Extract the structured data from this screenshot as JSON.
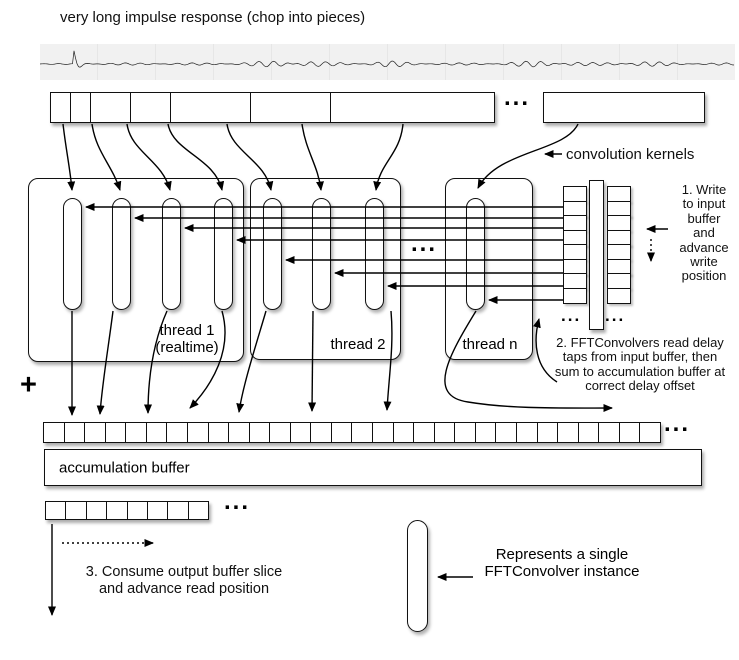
{
  "title": "very long impulse response (chop into pieces)",
  "labels": {
    "convolution_kernels": "convolution kernels",
    "thread1_line1": "thread 1",
    "thread1_line2": "(realtime)",
    "thread2": "thread 2",
    "thread_n": "thread n",
    "accumulation_buffer": "accumulation buffer",
    "plus": "+",
    "ellipsis": "..."
  },
  "notes": {
    "note1_lines": [
      "1. Write",
      "to input",
      "buffer",
      "and",
      "advance",
      "write",
      "position"
    ],
    "note2_lines": [
      "2. FFTConvolvers read delay",
      "taps from input buffer, then",
      "sum to accumulation buffer at",
      "correct delay offset"
    ],
    "note3_lines": [
      "3. Consume output buffer slice",
      "and advance read position"
    ],
    "legend_lines": [
      "Represents a single",
      "FFTConvolver instance"
    ]
  },
  "structure": {
    "kernel_segment_widths": [
      20,
      20,
      40,
      40,
      80,
      80,
      163
    ],
    "kernel_tail_width": 162,
    "threads": [
      {
        "label": "thread 1 (realtime)",
        "convolvers": 4
      },
      {
        "label": "thread 2",
        "convolvers": 3
      },
      {
        "label": "thread n",
        "convolvers": 1
      }
    ],
    "input_buffer_columns": 2,
    "input_buffer_cells_per_column": 8,
    "accumulation_cells": 30,
    "output_slice_cells": 8
  },
  "colors": {
    "ink": "#000000",
    "fill": "#ffffff",
    "waveform_background": "#f1f1f1",
    "shadow": "rgba(0,0,0,0.33)"
  }
}
